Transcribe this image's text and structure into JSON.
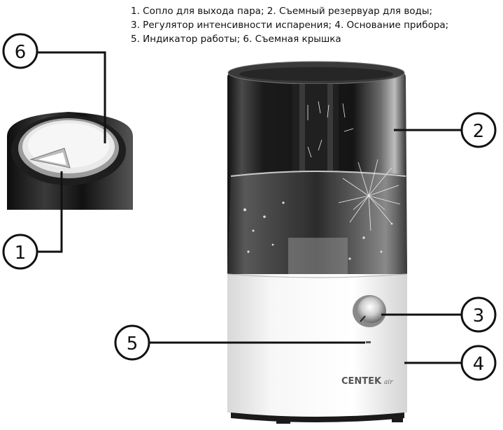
{
  "caption": {
    "line1": "1. Сопло для выхода пара; 2. Съемный резервуар для воды;",
    "line2": "3. Регулятор интенсивности испарения; 4. Основание прибора;",
    "line3": "5. Индикатор работы; 6. Съемная крышка"
  },
  "callouts": {
    "c1": "1",
    "c2": "2",
    "c3": "3",
    "c4": "4",
    "c5": "5",
    "c6": "6"
  },
  "brand": {
    "name": "CENTEK",
    "suffix": "air"
  },
  "colors": {
    "ink": "#111111",
    "tank_dark": "#1b1b1b",
    "base_white": "#f2f2f2"
  }
}
